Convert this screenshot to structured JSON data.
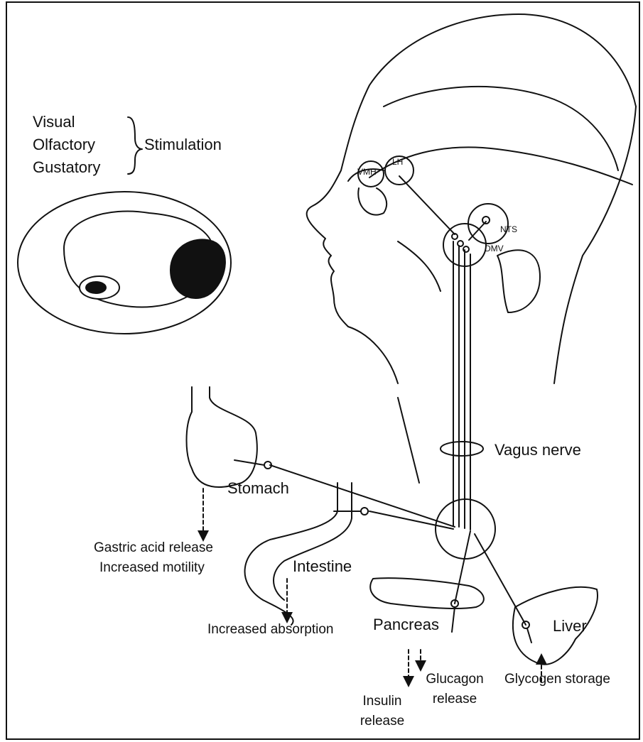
{
  "senses": [
    "Visual",
    "Olfactory",
    "Gustatory"
  ],
  "stimulation": "Stimulation",
  "brain_labels": {
    "vmh": "VMH",
    "lh": "LH",
    "nts": "NTS",
    "dmv": "DMV"
  },
  "vagus": "Vagus nerve",
  "organs": {
    "stomach": "Stomach",
    "intestine": "Intestine",
    "pancreas": "Pancreas",
    "liver": "Liver"
  },
  "effects": {
    "gastric_1": "Gastric acid release",
    "gastric_2": "Increased motility",
    "absorption": "Increased absorption",
    "insulin_1": "Insulin",
    "insulin_2": "release",
    "glucagon_1": "Glucagon",
    "glucagon_2": "release",
    "glycogen": "Glycogen storage"
  }
}
